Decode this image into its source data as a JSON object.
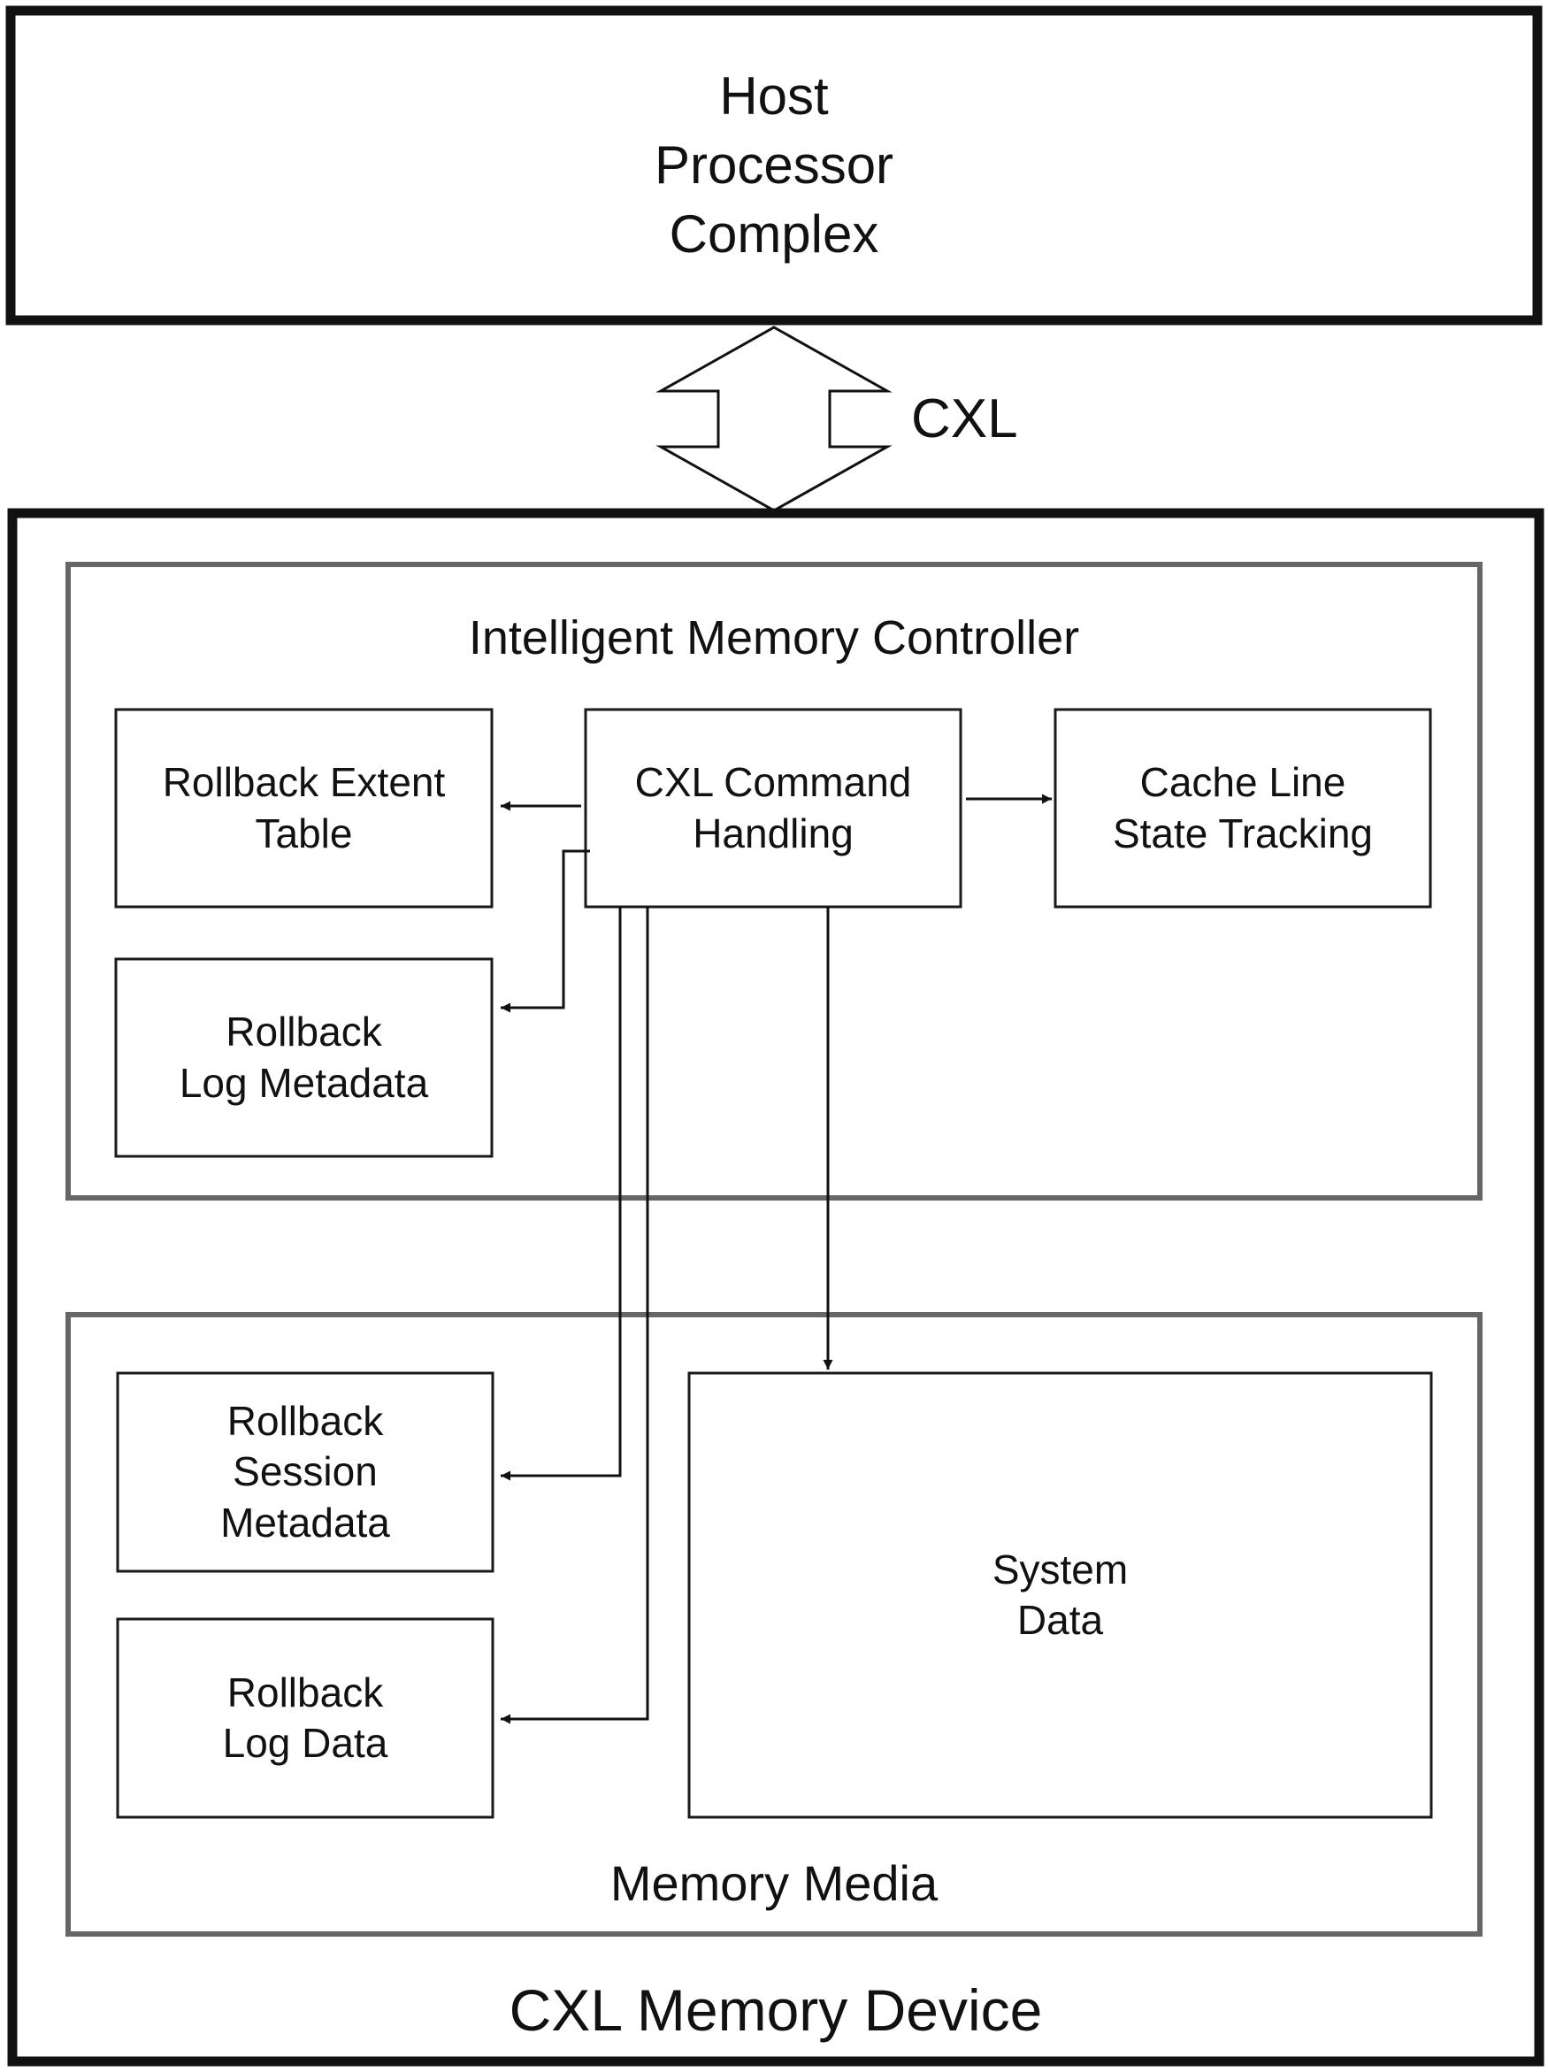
{
  "diagram": {
    "host": {
      "label": "Host\nProcessor\nComplex"
    },
    "link": {
      "label": "CXL"
    },
    "device": {
      "label": "CXL Memory Device"
    },
    "controller": {
      "label": "Intelligent Memory Controller",
      "blocks": {
        "command": "CXL Command\nHandling",
        "extent_table": "Rollback Extent\nTable",
        "log_metadata": "Rollback\nLog Metadata",
        "cache_tracking": "Cache Line\nState Tracking"
      }
    },
    "media": {
      "label": "Memory Media",
      "blocks": {
        "session_metadata": "Rollback\nSession\nMetadata",
        "log_data": "Rollback\nLog Data",
        "system_data": "System\nData"
      }
    },
    "colors": {
      "outer_border": "#111111",
      "inner_border": "#666666",
      "block_border": "#1a1a1a",
      "connector": "#111111"
    }
  }
}
